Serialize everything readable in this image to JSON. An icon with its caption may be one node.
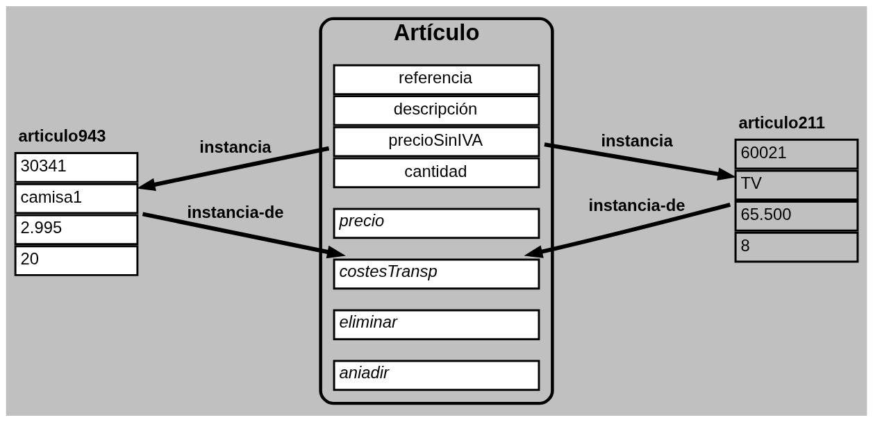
{
  "diagram": {
    "nodes": [
      {
        "text": [
          "Artículo"
        ]
      },
      {
        "text": [
          "articulo943",
          "30341",
          "camisa1",
          "2.995",
          "20"
        ]
      },
      {
        "text": [
          "referencia",
          "descripción",
          "precioSinIVA",
          "cantidad"
        ],
        "in": 0
      },
      {
        "text": [
          "articulo211",
          "60021",
          "TV",
          "65.500",
          "8"
        ]
      },
      {
        "text": [
          "precio"
        ],
        "in": 0
      },
      {
        "text": [
          "costesTransp"
        ],
        "in": 0
      },
      {
        "text": [
          "eliminar"
        ],
        "in": 0
      },
      {
        "text": [
          "aniadir"
        ],
        "in": 0
      }
    ],
    "edges": [
      {
        "from": 2,
        "to": 1,
        "arrow": "to",
        "label": "instancia"
      },
      {
        "from": 2,
        "to": 3,
        "arrow": "to",
        "label": "instancia"
      },
      {
        "from": 1,
        "to": 5,
        "arrow": "to",
        "label": "instancia-de"
      },
      {
        "from": 3,
        "to": 5,
        "arrow": "to",
        "label": "instancia-de"
      }
    ]
  }
}
